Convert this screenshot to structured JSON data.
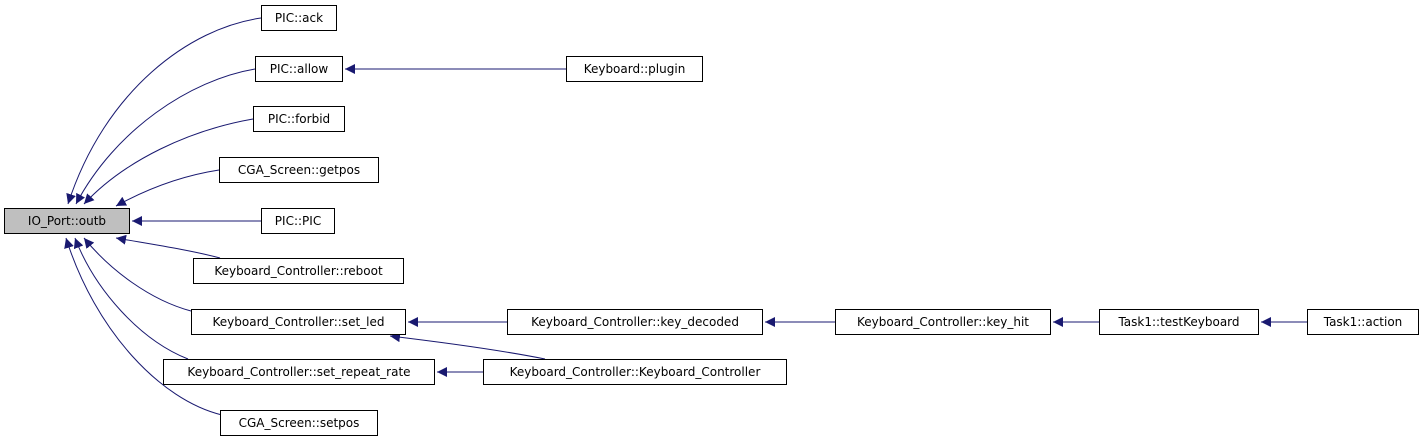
{
  "graph": {
    "edge_color": "#191970",
    "root_fill": "#bfbfbf",
    "nodes": {
      "ioport_outb": "IO_Port::outb",
      "pic_ack": "PIC::ack",
      "pic_allow": "PIC::allow",
      "keyboard_plugin": "Keyboard::plugin",
      "pic_forbid": "PIC::forbid",
      "cga_getpos": "CGA_Screen::getpos",
      "pic_pic": "PIC::PIC",
      "kc_reboot": "Keyboard_Controller::reboot",
      "kc_set_led": "Keyboard_Controller::set_led",
      "kc_key_decoded": "Keyboard_Controller::key_decoded",
      "kc_key_hit": "Keyboard_Controller::key_hit",
      "task1_testkeyboard": "Task1::testKeyboard",
      "task1_action": "Task1::action",
      "kc_set_repeat_rate": "Keyboard_Controller::set_repeat_rate",
      "kc_ctor": "Keyboard_Controller::Keyboard_Controller",
      "cga_setpos": "CGA_Screen::setpos"
    },
    "edges": [
      {
        "from": "pic_ack",
        "to": "ioport_outb"
      },
      {
        "from": "pic_allow",
        "to": "ioport_outb"
      },
      {
        "from": "pic_forbid",
        "to": "ioport_outb"
      },
      {
        "from": "cga_getpos",
        "to": "ioport_outb"
      },
      {
        "from": "pic_pic",
        "to": "ioport_outb"
      },
      {
        "from": "kc_reboot",
        "to": "ioport_outb"
      },
      {
        "from": "kc_set_led",
        "to": "ioport_outb"
      },
      {
        "from": "kc_set_repeat_rate",
        "to": "ioport_outb"
      },
      {
        "from": "cga_setpos",
        "to": "ioport_outb"
      },
      {
        "from": "keyboard_plugin",
        "to": "pic_allow"
      },
      {
        "from": "kc_key_decoded",
        "to": "kc_set_led"
      },
      {
        "from": "kc_ctor",
        "to": "kc_set_led"
      },
      {
        "from": "kc_ctor",
        "to": "kc_set_repeat_rate"
      },
      {
        "from": "kc_key_hit",
        "to": "kc_key_decoded"
      },
      {
        "from": "task1_testkeyboard",
        "to": "kc_key_hit"
      },
      {
        "from": "task1_action",
        "to": "task1_testkeyboard"
      }
    ]
  }
}
